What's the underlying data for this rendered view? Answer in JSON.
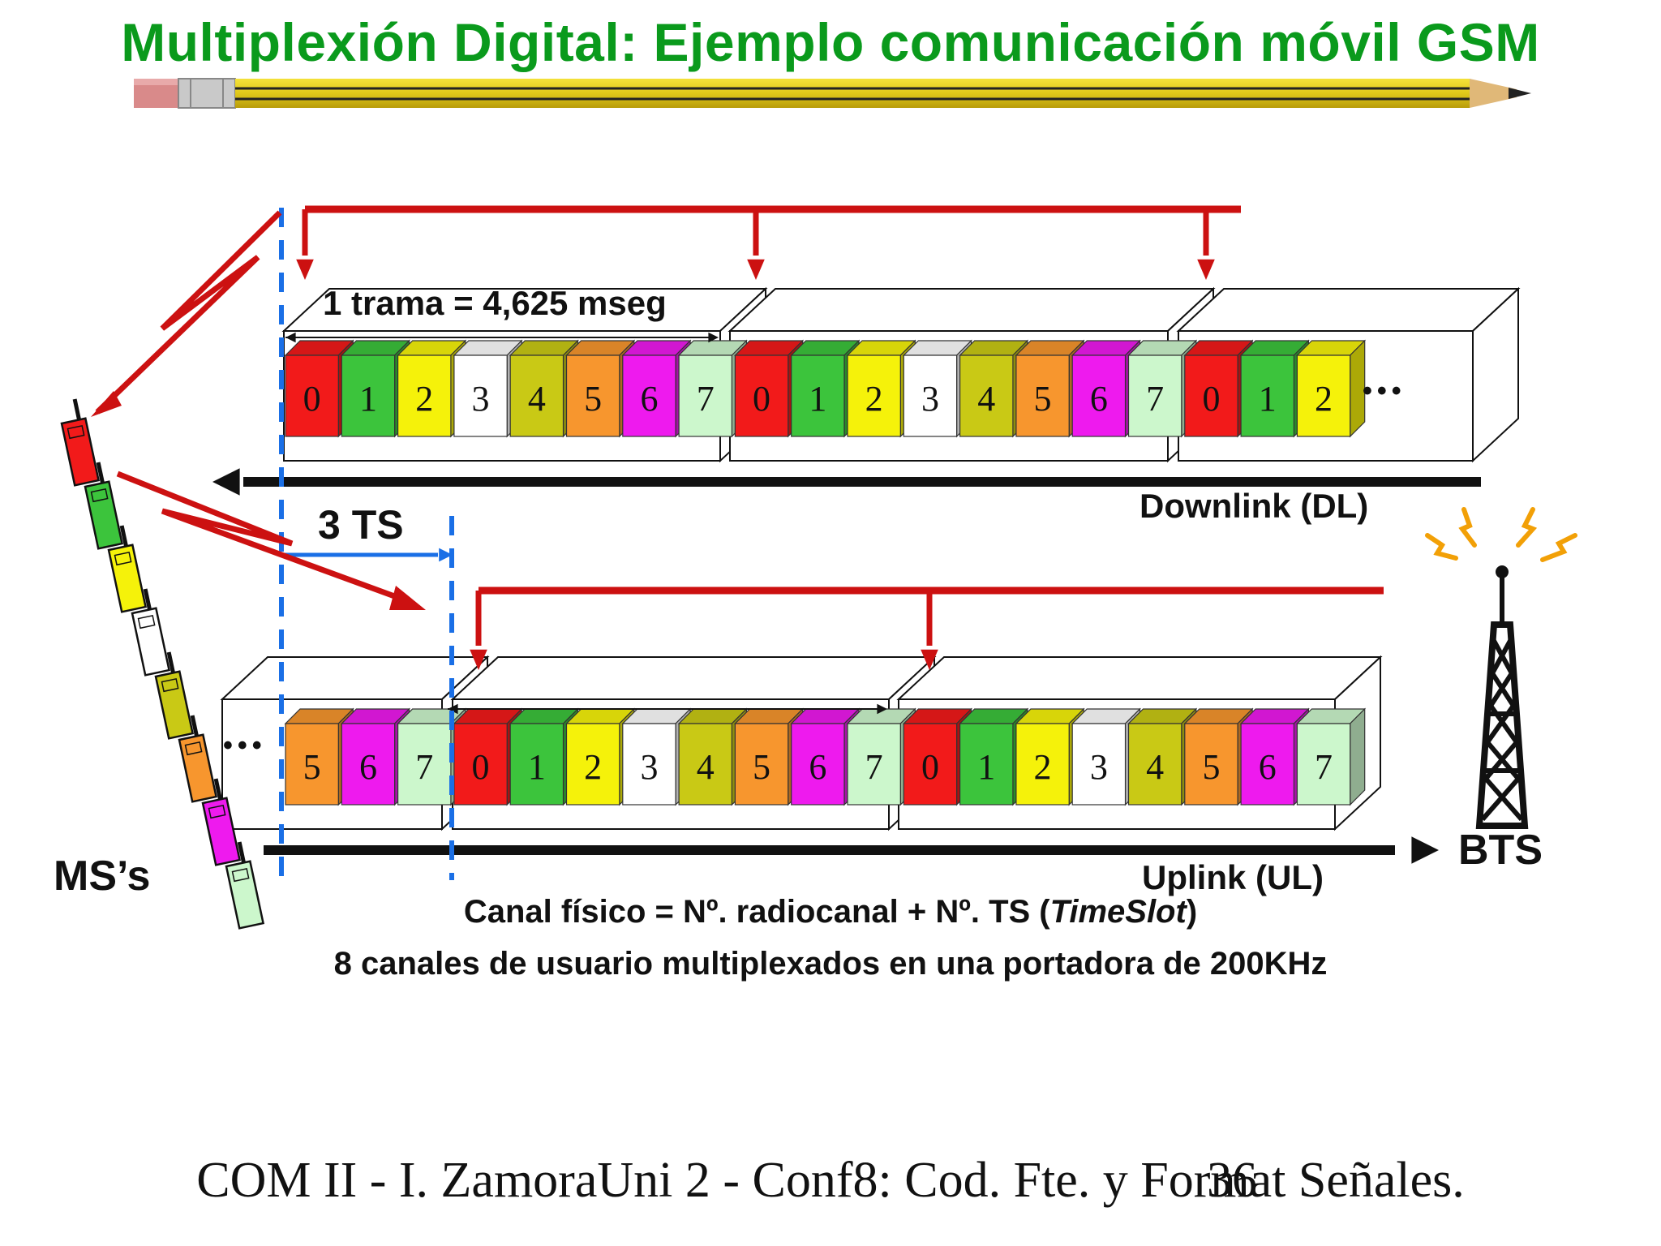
{
  "slide": {
    "title": "Multiplexión Digital: Ejemplo comunicación móvil GSM",
    "footer": "COM II - I. ZamoraUni 2 - Conf8: Cod. Fte. y Format Señales.",
    "page_number": "36"
  },
  "diagram": {
    "frame_label": "1 trama = 4,625 mseg",
    "ts_offset_label": "3 TS",
    "downlink_label": "Downlink (DL)",
    "uplink_label": "Uplink (UL)",
    "ms_label": "MS’s",
    "bts_label": "BTS",
    "ellipsis": "•••",
    "caption_line1_a": "Canal físico = Nº. radiocanal + Nº. TS (",
    "caption_line1_italic": "TimeSlot",
    "caption_line1_b": ")",
    "caption_line2": "8 canales de usuario multiplexados en una portadora de 200KHz",
    "downlink_slots": [
      "0",
      "1",
      "2",
      "3",
      "4",
      "5",
      "6",
      "7",
      "0",
      "1",
      "2",
      "3",
      "4",
      "5",
      "6",
      "7",
      "0",
      "1",
      "2"
    ],
    "uplink_slots": [
      "5",
      "6",
      "7",
      "0",
      "1",
      "2",
      "3",
      "4",
      "5",
      "6",
      "7",
      "0",
      "1",
      "2",
      "3",
      "4",
      "5",
      "6",
      "7"
    ],
    "slot_colors": {
      "0": "#f21a1a",
      "1": "#3cc43c",
      "2": "#f5f20a",
      "3": "#ffffff",
      "4": "#c9c915",
      "5": "#f7962e",
      "6": "#ee1aee",
      "7": "#ccf7cc"
    },
    "accent_colors": {
      "title": "#0a9a1c",
      "arrow": "#cc1111",
      "marker": "#1a6fe6"
    }
  }
}
